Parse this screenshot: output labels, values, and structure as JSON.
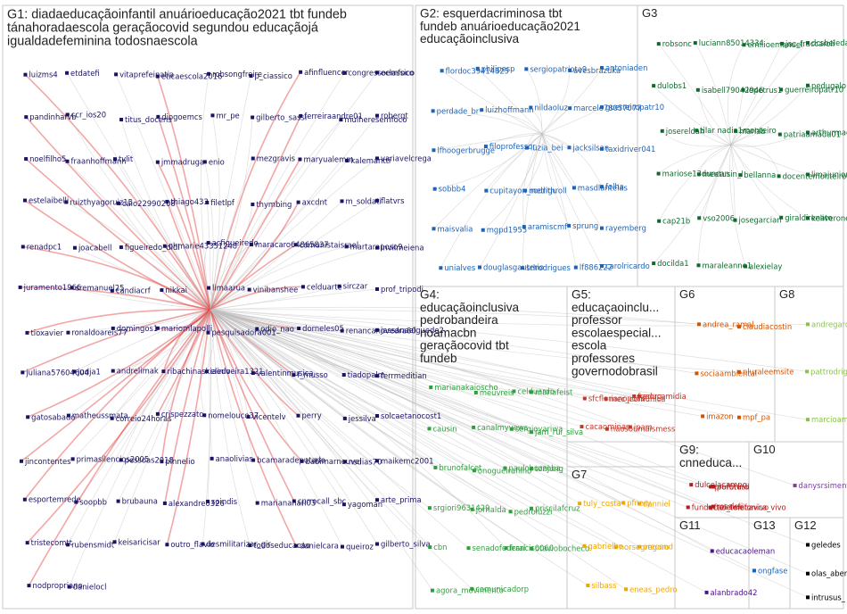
{
  "groups": [
    {
      "id": "G1",
      "title_lines": [
        "G1: diadaeducaçãoinfantil anuárioeducação2021 tbt fundeb",
        "tánahoradaescola geraçãocovid segundou educaçãojá",
        "igualdadefeminina todosnaescola"
      ]
    },
    {
      "id": "G2",
      "title_lines": [
        "G2: esquerdacriminosa tbt",
        "fundeb anuárioeducação2021",
        "educaçãoinclusiva"
      ]
    },
    {
      "id": "G3",
      "title_lines": [
        "G3"
      ]
    },
    {
      "id": "G4",
      "title_lines": [
        "G4:",
        "educaçãoinclusiva",
        "pedrobandeira",
        "noamacbn",
        "geraçãocovid tbt",
        "fundeb"
      ]
    },
    {
      "id": "G5",
      "title_lines": [
        "G5:",
        "educaçaoinclu...",
        "professor",
        "escolaespecial...",
        "escola",
        "professores",
        "governodobrasil"
      ]
    },
    {
      "id": "G6",
      "title_lines": [
        "G6"
      ]
    },
    {
      "id": "G7",
      "title_lines": [
        "G7"
      ]
    },
    {
      "id": "G8",
      "title_lines": [
        "G8"
      ]
    },
    {
      "id": "G9",
      "title_lines": [
        "G9:",
        "cnneduca..."
      ]
    },
    {
      "id": "G10",
      "title_lines": [
        "G10"
      ]
    },
    {
      "id": "G11",
      "title_lines": [
        "G11"
      ]
    },
    {
      "id": "G12",
      "title_lines": [
        "G12"
      ]
    },
    {
      "id": "G13",
      "title_lines": [
        "G13"
      ]
    }
  ],
  "nodes": {
    "G1": [
      "luizms4",
      "etdatefi",
      "vitaprefeinatia",
      "eticaescola2016",
      "robsongfreire",
      "p_ciassico",
      "afinfluencer",
      "congressoemfoco",
      "eclassico",
      "pandinhafvb",
      "ccr_ios20",
      "titus_docens",
      "diogoemcs",
      "mr_pe",
      "gilberto_sassi",
      "ferreiraandre01",
      "mulheresemfoco",
      "robergt",
      "noelfilho5",
      "fraanhoffmann",
      "tvlit",
      "jmmadruga",
      "enio",
      "mezgravis",
      "maryualemm",
      "kalemantti",
      "variavelcrega",
      "estelaibelli",
      "ruizthyagoruiz15",
      "caio22990208",
      "thiago433",
      "filetlpf",
      "thymbing",
      "axcdnt",
      "m_soldati",
      "flatvrs",
      "renadpc1",
      "joacabell",
      "figueiredo_didi",
      "ohmarie43351248",
      "acfigueiredo",
      "maracaro64865837",
      "comunistaisrael",
      "martaraposo9",
      "invilmeiena",
      "juramento1966",
      "sremanuel25",
      "candiacrf",
      "nikkai",
      "limaarua",
      "vinibanshee",
      "celduarte",
      "sirczar",
      "prof_tripodi",
      "tioxavier",
      "ronaldoareis77",
      "domingos1",
      "mariomlapolli",
      "pesquisadora001",
      "odio_nao",
      "dorneles05",
      "renancanovedra80",
      "jassanaelguede2",
      "juliana57604604",
      "judja1",
      "andrelimak",
      "ribachinaskiaedo",
      "eliniveira1321",
      "valentinmusica",
      "f_musso",
      "tiadopalm",
      "ferrmeditian",
      "gatosabado",
      "matheussmata",
      "correio24horas",
      "crispezzato",
      "nomelouco37",
      "vicentelv",
      "perry",
      "jessilva",
      "solcaetanocost1",
      "jincontentes",
      "primasilencios2005",
      "pessoas2018",
      "pinnelio",
      "anaolivias",
      "bcamaradeputado",
      "babimarneuvei",
      "nsdias70",
      "maikemc2001",
      "esportemrede",
      "soopbb",
      "brubauna",
      "alexandre0326",
      "soindis",
      "mariananari03",
      "cprrocall_sbc",
      "yagoman",
      "arte_prima",
      "tristecomtt",
      "rubensmidt",
      "keisaricisar",
      "outro_flavio",
      "desmilitarizar_gir",
      "todoseducacao",
      "danielcara",
      "queiroz",
      "gilberto_silva",
      "nodpropriano",
      "danielocl"
    ],
    "G2": [
      "flordoc39414825",
      "philipesp",
      "sergiopatriota9",
      "avesbrazuka",
      "antoniaden",
      "perdade_br",
      "luizhoffmann",
      "nildaoluz",
      "marcelo78057077",
      "guerreiropatr10",
      "lfhoogerbrugge",
      "filoprofessor",
      "luzia_bei",
      "jacksilsan",
      "taxidriver041",
      "sobbb4",
      "cupitayon_rodrigu",
      "medithroll",
      "masdlantelas",
      "folha",
      "maisvalia",
      "mgpd1955",
      "aramiscmf",
      "sprung",
      "rayemberg",
      "unialves",
      "douglasgauterio",
      "srlrodrigues",
      "lf886222",
      "carolricardo"
    ],
    "G3": [
      "robsonc",
      "luciann85014334",
      "emilioemanuel",
      "jac_fraccaroli",
      "dcsbeledaniele",
      "dulobs1",
      "isabell79042946",
      "lepetrus1",
      "guerreiropatr10",
      "pedugalo",
      "josereldah",
      "tilar nadia1monteiro",
      "mariab",
      "patriaamada01",
      "arthurmachadobr",
      "mariose13duncan",
      "meetusin_l",
      "bellanna",
      "docentemonteiro",
      "limajunior_br63",
      "cap21b",
      "vso2006",
      "josegarcian",
      "giraldirenato",
      "keliveronezi",
      "docilda1",
      "maraleanne1",
      "alexielay"
    ],
    "G4": [
      "marianakaioscho",
      "meuvreis",
      "celduardo",
      "mariafeist",
      "causin",
      "canalmyvews",
      "sergioyariwa",
      "jam_rui_silva",
      "brunofalcet",
      "onogueirafilho",
      "paulobuzzoba",
      "tonjung",
      "srgiori9631429",
      "jornalda",
      "pedroluzzi",
      "priscilafcruz",
      "cbn",
      "senadofederal",
      "francis0060",
      "otaviobocheco",
      "agora_movimento",
      "comunicadorp"
    ],
    "G5": [
      "sfcflorianopolis",
      "mec_comunica",
      "fgeorg",
      "educamidia",
      "cacaominas",
      "naosoumaismess",
      "ipam"
    ],
    "G6": [
      "andrea_ramal",
      "claudiacostin",
      "sociaambiental",
      "pluraleemsite",
      "imazon",
      "mpf_pa"
    ],
    "G7": [
      "tuly_costa",
      "pfnery",
      "danniel",
      "gabrielbo",
      "norsegregoro",
      "orecond",
      "silbass",
      "eneas_pedro"
    ],
    "G8": [
      "andregardinirocha",
      "pattrodrigudosjt1",
      "marcioambiente"
    ],
    "G9": [
      "dulcelacampo",
      "profuturo",
      "porbrasil",
      "fundacao_telefonica_vivo",
      "ftelefonicavivo",
      "rossieli"
    ],
    "G10": [
      "danysrsimento"
    ],
    "G11": [
      "educacaoleman",
      "alanbrado42"
    ],
    "G12": [
      "geledes",
      "olas_abertas",
      "intrusus_"
    ],
    "G13": [
      "ongfase"
    ]
  },
  "colors": {
    "G1": "#1b1464",
    "G2": "#1f62b4",
    "G3": "#0e6b2e",
    "G4": "#2f9e3e",
    "G5": "#c0392b",
    "G6": "#d35400",
    "G7": "#f0a500",
    "G8": "#8bc34a",
    "G9": "#b71c1c",
    "G10": "#7b3f9e",
    "G11": "#4a148c",
    "G12": "#000000",
    "G13": "#1565c0",
    "box_border": "#c9c9c9",
    "edge": "#bfbfbf",
    "edge_strong": "#e43a3a"
  }
}
